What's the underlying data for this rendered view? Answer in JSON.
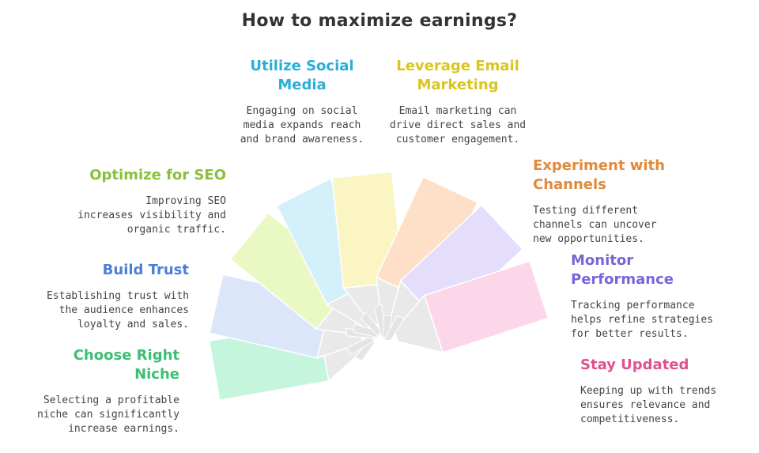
{
  "title": "How to maximize earnings?",
  "items": [
    {
      "title_lines": [
        "Choose Right",
        "Niche"
      ],
      "desc_lines": [
        "Selecting a profitable",
        "niche can significantly",
        "increase earnings."
      ],
      "text_color": "#3cbf73",
      "fill": "#c5f5dc"
    },
    {
      "title_lines": [
        "Build Trust"
      ],
      "desc_lines": [
        "Establishing trust with",
        "the audience enhances",
        "loyalty and sales."
      ],
      "text_color": "#4a7fd6",
      "fill": "#dbe6fb"
    },
    {
      "title_lines": [
        "Optimize for SEO"
      ],
      "desc_lines": [
        "Improving SEO",
        "increases visibility and",
        "organic traffic."
      ],
      "text_color": "#8abf3a",
      "fill": "#eaf9c4"
    },
    {
      "title_lines": [
        "Utilize Social",
        "Media"
      ],
      "desc_lines": [
        "Engaging on social",
        "media expands reach",
        "and brand awareness."
      ],
      "text_color": "#2aaed6",
      "fill": "#d3f0fb"
    },
    {
      "title_lines": [
        "Leverage Email",
        "Marketing"
      ],
      "desc_lines": [
        "Email marketing can",
        "drive direct sales and",
        "customer engagement."
      ],
      "text_color": "#d9c520",
      "fill": "#fbf5c3"
    },
    {
      "title_lines": [
        "Experiment with",
        "Channels"
      ],
      "desc_lines": [
        "Testing different",
        "channels can uncover",
        "new opportunities."
      ],
      "text_color": "#e08a3a",
      "fill": "#fde0c7"
    },
    {
      "title_lines": [
        "Monitor",
        "Performance"
      ],
      "desc_lines": [
        "Tracking performance",
        "helps refine strategies",
        "for better results."
      ],
      "text_color": "#7a64d8",
      "fill": "#e4ddfb"
    },
    {
      "title_lines": [
        "Stay Updated"
      ],
      "desc_lines": [
        "Keeping up with trends",
        "ensures relevance and",
        "competitiveness."
      ],
      "text_color": "#e0508f",
      "fill": "#fcd7ea"
    }
  ]
}
